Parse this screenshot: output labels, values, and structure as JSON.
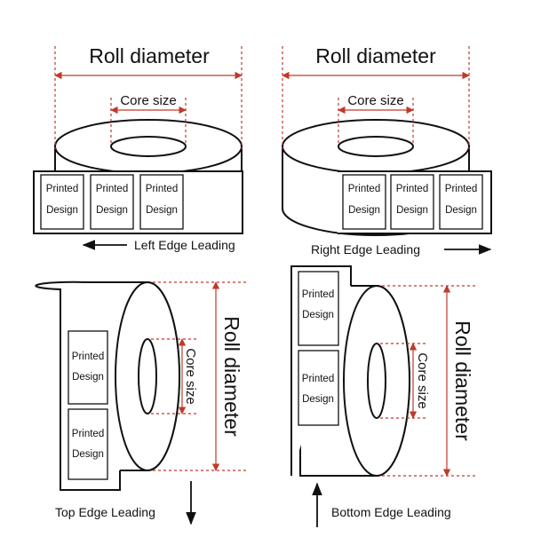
{
  "colors": {
    "dimension_line": "#c0392b",
    "outline": "#111111",
    "background": "#ffffff"
  },
  "label_text": {
    "line1": "Printed",
    "line2": "Design"
  },
  "panels": [
    {
      "id": "left",
      "roll_diameter": "Roll diameter",
      "core_size": "Core size",
      "caption": "Left Edge Leading",
      "direction": "left"
    },
    {
      "id": "right",
      "roll_diameter": "Roll diameter",
      "core_size": "Core size",
      "caption": "Right Edge Leading",
      "direction": "right"
    },
    {
      "id": "top",
      "roll_diameter": "Roll diameter",
      "core_size": "Core size",
      "caption": "Top Edge Leading",
      "direction": "down"
    },
    {
      "id": "bottom",
      "roll_diameter": "Roll diameter",
      "core_size": "Core size",
      "caption": "Bottom Edge Leading",
      "direction": "up"
    }
  ]
}
